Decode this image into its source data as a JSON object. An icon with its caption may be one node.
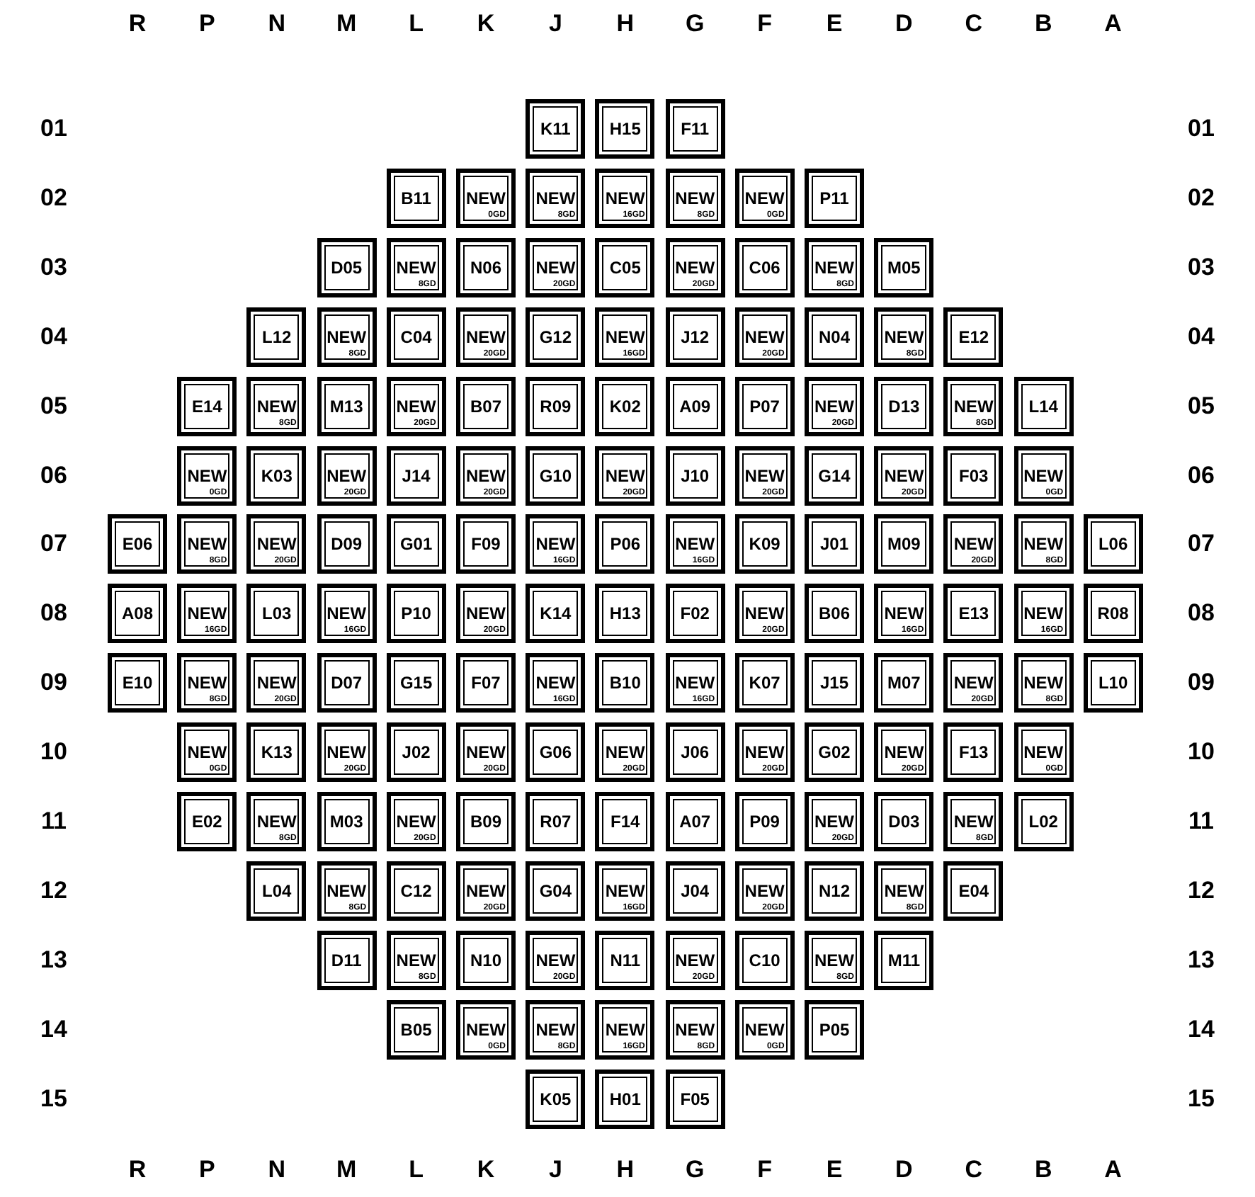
{
  "diagram": {
    "nodes": [
      {
        "text": [
          "K11"
        ]
      },
      {
        "text": [
          "H15"
        ]
      },
      {
        "text": [
          "F11"
        ]
      },
      {
        "text": [
          "B11"
        ]
      },
      {
        "text": [
          "NEW",
          "0GD"
        ]
      },
      {
        "text": [
          "NEW",
          "8GD"
        ]
      },
      {
        "text": [
          "NEW",
          "16GD"
        ]
      },
      {
        "text": [
          "NEW",
          "8GD"
        ]
      },
      {
        "text": [
          "NEW",
          "0GD"
        ]
      },
      {
        "text": [
          "P11"
        ]
      },
      {
        "text": [
          "D05"
        ]
      },
      {
        "text": [
          "NEW",
          "8GD"
        ]
      },
      {
        "text": [
          "N06"
        ]
      },
      {
        "text": [
          "NEW",
          "20GD"
        ]
      },
      {
        "text": [
          "C05"
        ]
      },
      {
        "text": [
          "NEW",
          "20GD"
        ]
      },
      {
        "text": [
          "C06"
        ]
      },
      {
        "text": [
          "NEW",
          "8GD"
        ]
      },
      {
        "text": [
          "M05"
        ]
      },
      {
        "text": [
          "L12"
        ]
      },
      {
        "text": [
          "NEW",
          "8GD"
        ]
      },
      {
        "text": [
          "C04"
        ]
      },
      {
        "text": [
          "NEW",
          "20GD"
        ]
      },
      {
        "text": [
          "G12"
        ]
      },
      {
        "text": [
          "NEW",
          "16GD"
        ]
      },
      {
        "text": [
          "J12"
        ]
      },
      {
        "text": [
          "NEW",
          "20GD"
        ]
      },
      {
        "text": [
          "N04"
        ]
      },
      {
        "text": [
          "NEW",
          "8GD"
        ]
      },
      {
        "text": [
          "E12"
        ]
      },
      {
        "text": [
          "E14"
        ]
      },
      {
        "text": [
          "NEW",
          "8GD"
        ]
      },
      {
        "text": [
          "M13"
        ]
      },
      {
        "text": [
          "NEW",
          "20GD"
        ]
      },
      {
        "text": [
          "B07"
        ]
      },
      {
        "text": [
          "R09"
        ]
      },
      {
        "text": [
          "K02"
        ]
      },
      {
        "text": [
          "A09"
        ]
      },
      {
        "text": [
          "P07"
        ]
      },
      {
        "text": [
          "NEW",
          "20GD"
        ]
      },
      {
        "text": [
          "D13"
        ]
      },
      {
        "text": [
          "NEW",
          "8GD"
        ]
      },
      {
        "text": [
          "L14"
        ]
      },
      {
        "text": [
          "NEW",
          "0GD"
        ]
      },
      {
        "text": [
          "K03"
        ]
      },
      {
        "text": [
          "NEW",
          "20GD"
        ]
      },
      {
        "text": [
          "J14"
        ]
      },
      {
        "text": [
          "NEW",
          "20GD"
        ]
      },
      {
        "text": [
          "G10"
        ]
      },
      {
        "text": [
          "NEW",
          "20GD"
        ]
      },
      {
        "text": [
          "J10"
        ]
      },
      {
        "text": [
          "NEW",
          "20GD"
        ]
      },
      {
        "text": [
          "G14"
        ]
      },
      {
        "text": [
          "NEW",
          "20GD"
        ]
      },
      {
        "text": [
          "F03"
        ]
      },
      {
        "text": [
          "NEW",
          "0GD"
        ]
      },
      {
        "text": [
          "E06"
        ]
      },
      {
        "text": [
          "NEW",
          "8GD"
        ]
      },
      {
        "text": [
          "NEW",
          "20GD"
        ]
      },
      {
        "text": [
          "D09"
        ]
      },
      {
        "text": [
          "G01"
        ]
      },
      {
        "text": [
          "F09"
        ]
      },
      {
        "text": [
          "NEW",
          "16GD"
        ]
      },
      {
        "text": [
          "P06"
        ]
      },
      {
        "text": [
          "NEW",
          "16GD"
        ]
      },
      {
        "text": [
          "K09"
        ]
      },
      {
        "text": [
          "J01"
        ]
      },
      {
        "text": [
          "M09"
        ]
      },
      {
        "text": [
          "NEW",
          "20GD"
        ]
      },
      {
        "text": [
          "NEW",
          "8GD"
        ]
      },
      {
        "text": [
          "L06"
        ]
      },
      {
        "text": [
          "A08"
        ]
      },
      {
        "text": [
          "NEW",
          "16GD"
        ]
      },
      {
        "text": [
          "L03"
        ]
      },
      {
        "text": [
          "NEW",
          "16GD"
        ]
      },
      {
        "text": [
          "P10"
        ]
      },
      {
        "text": [
          "NEW",
          "20GD"
        ]
      },
      {
        "text": [
          "K14"
        ]
      },
      {
        "text": [
          "H13"
        ]
      },
      {
        "text": [
          "F02"
        ]
      },
      {
        "text": [
          "NEW",
          "20GD"
        ]
      },
      {
        "text": [
          "B06"
        ]
      },
      {
        "text": [
          "NEW",
          "16GD"
        ]
      },
      {
        "text": [
          "E13"
        ]
      },
      {
        "text": [
          "NEW",
          "16GD"
        ]
      },
      {
        "text": [
          "R08"
        ]
      },
      {
        "text": [
          "E10"
        ]
      },
      {
        "text": [
          "NEW",
          "8GD"
        ]
      },
      {
        "text": [
          "NEW",
          "20GD"
        ]
      },
      {
        "text": [
          "D07"
        ]
      },
      {
        "text": [
          "G15"
        ]
      },
      {
        "text": [
          "F07"
        ]
      },
      {
        "text": [
          "NEW",
          "16GD"
        ]
      },
      {
        "text": [
          "B10"
        ]
      },
      {
        "text": [
          "NEW",
          "16GD"
        ]
      },
      {
        "text": [
          "K07"
        ]
      },
      {
        "text": [
          "J15"
        ]
      },
      {
        "text": [
          "M07"
        ]
      },
      {
        "text": [
          "NEW",
          "20GD"
        ]
      },
      {
        "text": [
          "NEW",
          "8GD"
        ]
      },
      {
        "text": [
          "L10"
        ]
      },
      {
        "text": [
          "NEW",
          "0GD"
        ]
      },
      {
        "text": [
          "K13"
        ]
      },
      {
        "text": [
          "NEW",
          "20GD"
        ]
      },
      {
        "text": [
          "J02"
        ]
      },
      {
        "text": [
          "NEW",
          "20GD"
        ]
      },
      {
        "text": [
          "G06"
        ]
      },
      {
        "text": [
          "NEW",
          "20GD"
        ]
      },
      {
        "text": [
          "J06"
        ]
      },
      {
        "text": [
          "NEW",
          "20GD"
        ]
      },
      {
        "text": [
          "G02"
        ]
      },
      {
        "text": [
          "NEW",
          "20GD"
        ]
      },
      {
        "text": [
          "F13"
        ]
      },
      {
        "text": [
          "NEW",
          "0GD"
        ]
      },
      {
        "text": [
          "E02"
        ]
      },
      {
        "text": [
          "NEW",
          "8GD"
        ]
      },
      {
        "text": [
          "M03"
        ]
      },
      {
        "text": [
          "NEW",
          "20GD"
        ]
      },
      {
        "text": [
          "B09"
        ]
      },
      {
        "text": [
          "R07"
        ]
      },
      {
        "text": [
          "F14"
        ]
      },
      {
        "text": [
          "A07"
        ]
      },
      {
        "text": [
          "P09"
        ]
      },
      {
        "text": [
          "NEW",
          "20GD"
        ]
      },
      {
        "text": [
          "D03"
        ]
      },
      {
        "text": [
          "NEW",
          "8GD"
        ]
      },
      {
        "text": [
          "L02"
        ]
      },
      {
        "text": [
          "L04"
        ]
      },
      {
        "text": [
          "NEW",
          "8GD"
        ]
      },
      {
        "text": [
          "C12"
        ]
      },
      {
        "text": [
          "NEW",
          "20GD"
        ]
      },
      {
        "text": [
          "G04"
        ]
      },
      {
        "text": [
          "NEW",
          "16GD"
        ]
      },
      {
        "text": [
          "J04"
        ]
      },
      {
        "text": [
          "NEW",
          "20GD"
        ]
      },
      {
        "text": [
          "N12"
        ]
      },
      {
        "text": [
          "NEW",
          "8GD"
        ]
      },
      {
        "text": [
          "E04"
        ]
      },
      {
        "text": [
          "D11"
        ]
      },
      {
        "text": [
          "NEW",
          "8GD"
        ]
      },
      {
        "text": [
          "N10"
        ]
      },
      {
        "text": [
          "NEW",
          "20GD"
        ]
      },
      {
        "text": [
          "N11"
        ]
      },
      {
        "text": [
          "NEW",
          "20GD"
        ]
      },
      {
        "text": [
          "C10"
        ]
      },
      {
        "text": [
          "NEW",
          "8GD"
        ]
      },
      {
        "text": [
          "M11"
        ]
      },
      {
        "text": [
          "B05"
        ]
      },
      {
        "text": [
          "NEW",
          "0GD"
        ]
      },
      {
        "text": [
          "NEW",
          "8GD"
        ]
      },
      {
        "text": [
          "NEW",
          "16GD"
        ]
      },
      {
        "text": [
          "NEW",
          "8GD"
        ]
      },
      {
        "text": [
          "NEW",
          "0GD"
        ]
      },
      {
        "text": [
          "P05"
        ]
      },
      {
        "text": [
          "K05"
        ]
      },
      {
        "text": [
          "H01"
        ]
      },
      {
        "text": [
          "F05"
        ]
      }
    ],
    "labels": [
      "R",
      "P",
      "N",
      "M",
      "L",
      "K",
      "J",
      "H",
      "G",
      "F",
      "E",
      "D",
      "C",
      "B",
      "A",
      "01",
      "01",
      "02",
      "02",
      "03",
      "03",
      "04",
      "04",
      "05",
      "05",
      "06",
      "06",
      "07",
      "07",
      "08",
      "08",
      "09",
      "09",
      "10",
      "10",
      "11",
      "11",
      "12",
      "12",
      "13",
      "13",
      "14",
      "14",
      "15",
      "15",
      "R",
      "P",
      "N",
      "M",
      "L",
      "K",
      "J",
      "H",
      "G",
      "F",
      "E",
      "D",
      "C",
      "B",
      "A"
    ]
  }
}
